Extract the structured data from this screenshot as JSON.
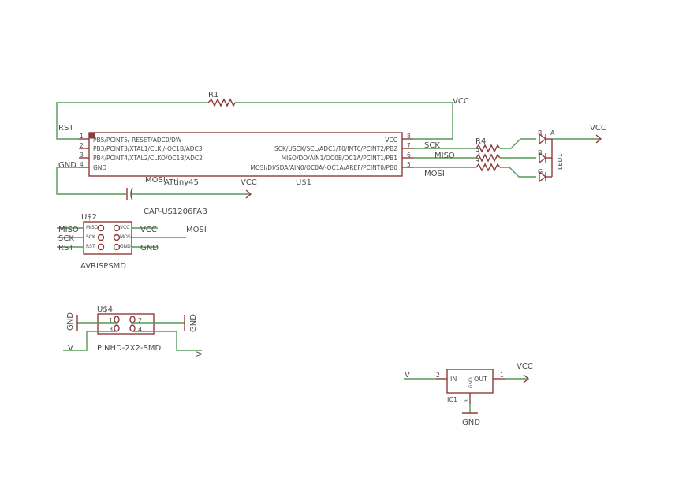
{
  "atmega": {
    "pins_left": [
      "PB5/PCINT5/-RESET/ADC0/DW",
      "PB3/PCINT3/XTAL1/CLKI/-OC1B/ADC3",
      "PB4/PCINT4/XTAL2/CLKO/OC1B/ADC2",
      "GND"
    ],
    "pins_left_nums": [
      "1",
      "2",
      "3",
      "4"
    ],
    "pins_right": [
      "VCC",
      "SCK/USCK/SCL/ADC1/T0/INT0/PCINT2/PB2",
      "MISO/DO/AIN1/OC0B/OC1A/PCINT1/PB1",
      "MOSI/DI/SDA/AIN0/OC0A/-OC1A/AREF/PCINT0/PB0"
    ],
    "pins_right_nums": [
      "8",
      "7",
      "6",
      "5"
    ],
    "value": "ATtiny45",
    "name": "U$1"
  },
  "net_labels": {
    "rst": "RST",
    "gnd": "GND",
    "vcc_top": "VCC",
    "vcc_mid": "VCC",
    "sck": "SCK",
    "miso": "MISO",
    "mosi": "MOSI",
    "vcc_led": "VCC"
  },
  "resistor_r1": "R1",
  "resistor_r4": "R4",
  "resistor_r_mid": "R",
  "resistor_r_low": "R",
  "capacitor": {
    "name": "MOSI",
    "value": "CAP-US1206FAB"
  },
  "led": {
    "name": "LED1",
    "pins": [
      "R",
      "A",
      "B",
      "G"
    ]
  },
  "avrisp": {
    "name": "U$2",
    "value": "AVRISPSMD",
    "pins_left": [
      "MISO",
      "SCK",
      "RST"
    ],
    "pins_right": [
      "VCC",
      "MOSI",
      "GND"
    ],
    "nets_left": [
      "MISO",
      "SCK",
      "RST"
    ],
    "nets_right": [
      "VCC",
      "MOSI",
      "GND"
    ]
  },
  "pinhd": {
    "name": "U$4",
    "value": "PINHD-2X2-SMD",
    "pins": [
      "1",
      "2",
      "3",
      "4"
    ],
    "gnd_left": "GND",
    "gnd_right": "GND",
    "v_left": "V",
    "v_right": "V"
  },
  "regulator": {
    "name": "IC1",
    "in_label": "IN",
    "out_label": "OUT",
    "gnd_label": "GND",
    "pin_in": "2",
    "pin_out": "1",
    "pin_gnd": "3",
    "net_in": "V",
    "net_out": "VCC",
    "net_gnd": "GND"
  }
}
